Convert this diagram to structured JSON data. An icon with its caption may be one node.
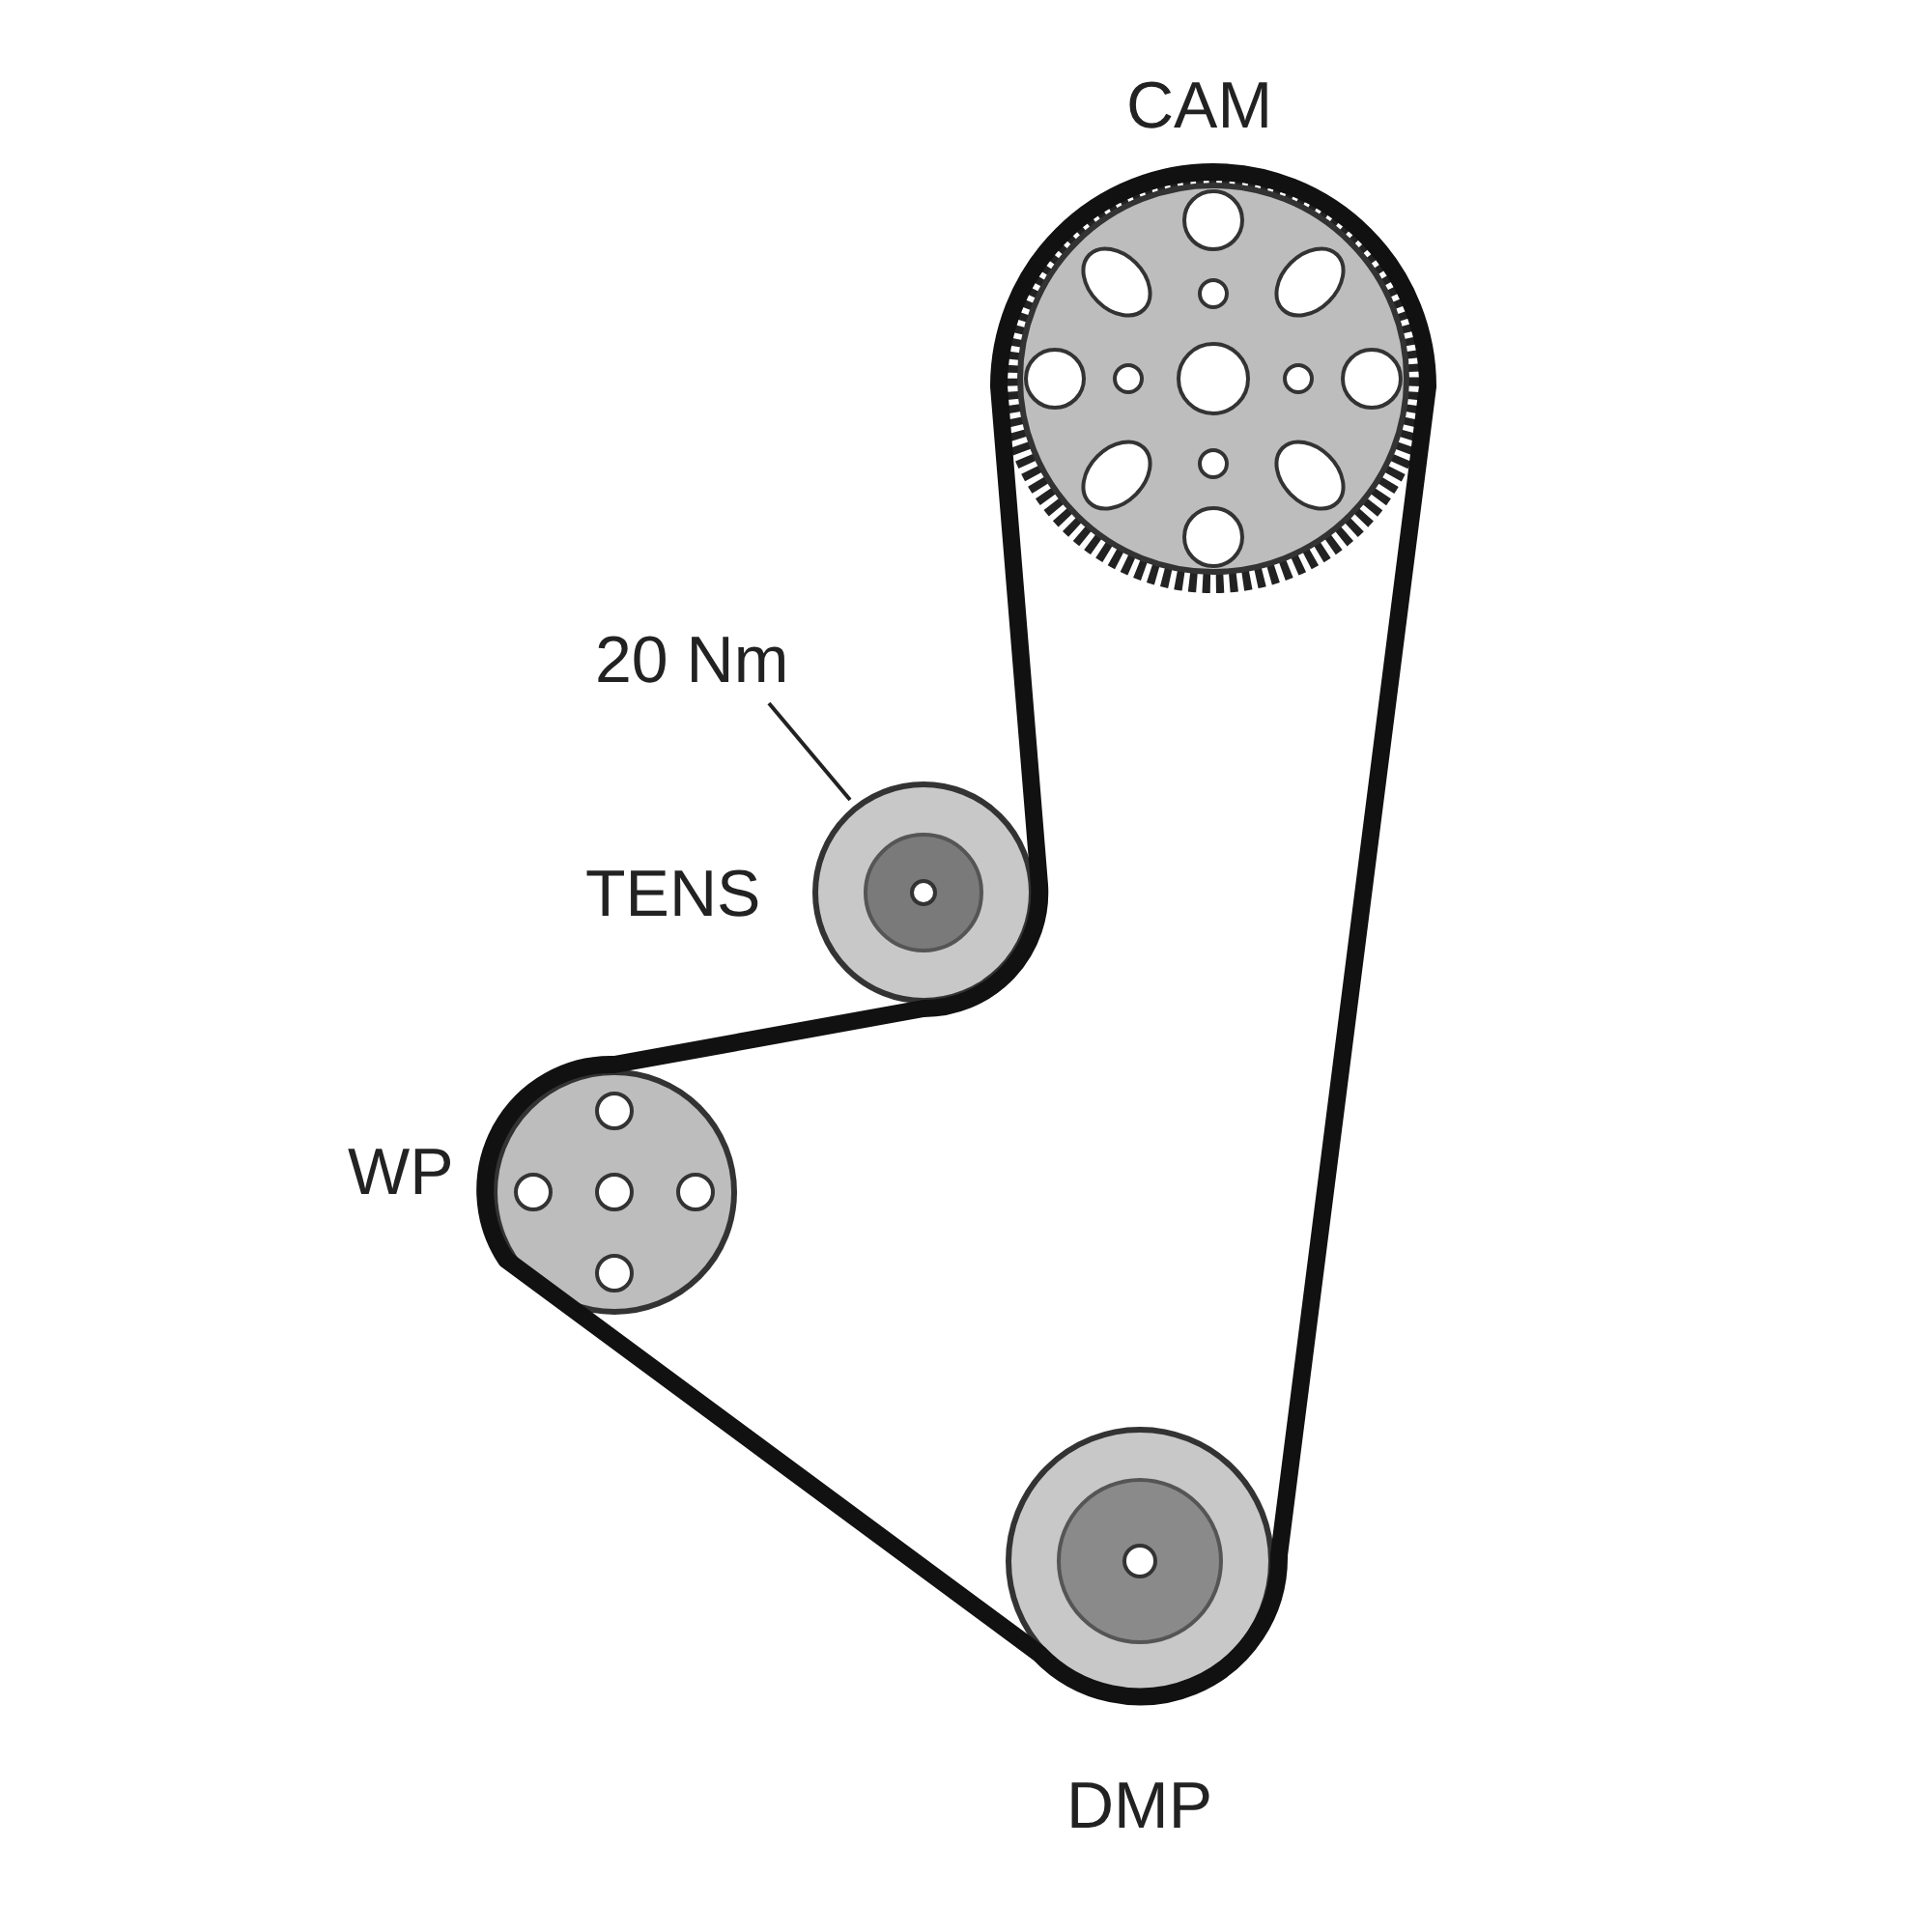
{
  "diagram": {
    "nodes": [
      {
        "text": [
          "20 Nm"
        ]
      },
      {
        "text": [],
        "shape": "circle",
        "beside": [
          "TENS"
        ]
      }
    ],
    "edges": [
      {
        "from": 0,
        "to": 1,
        "arrow": "none"
      }
    ],
    "labels": [
      "CAM",
      "WP",
      "DMP"
    ]
  }
}
